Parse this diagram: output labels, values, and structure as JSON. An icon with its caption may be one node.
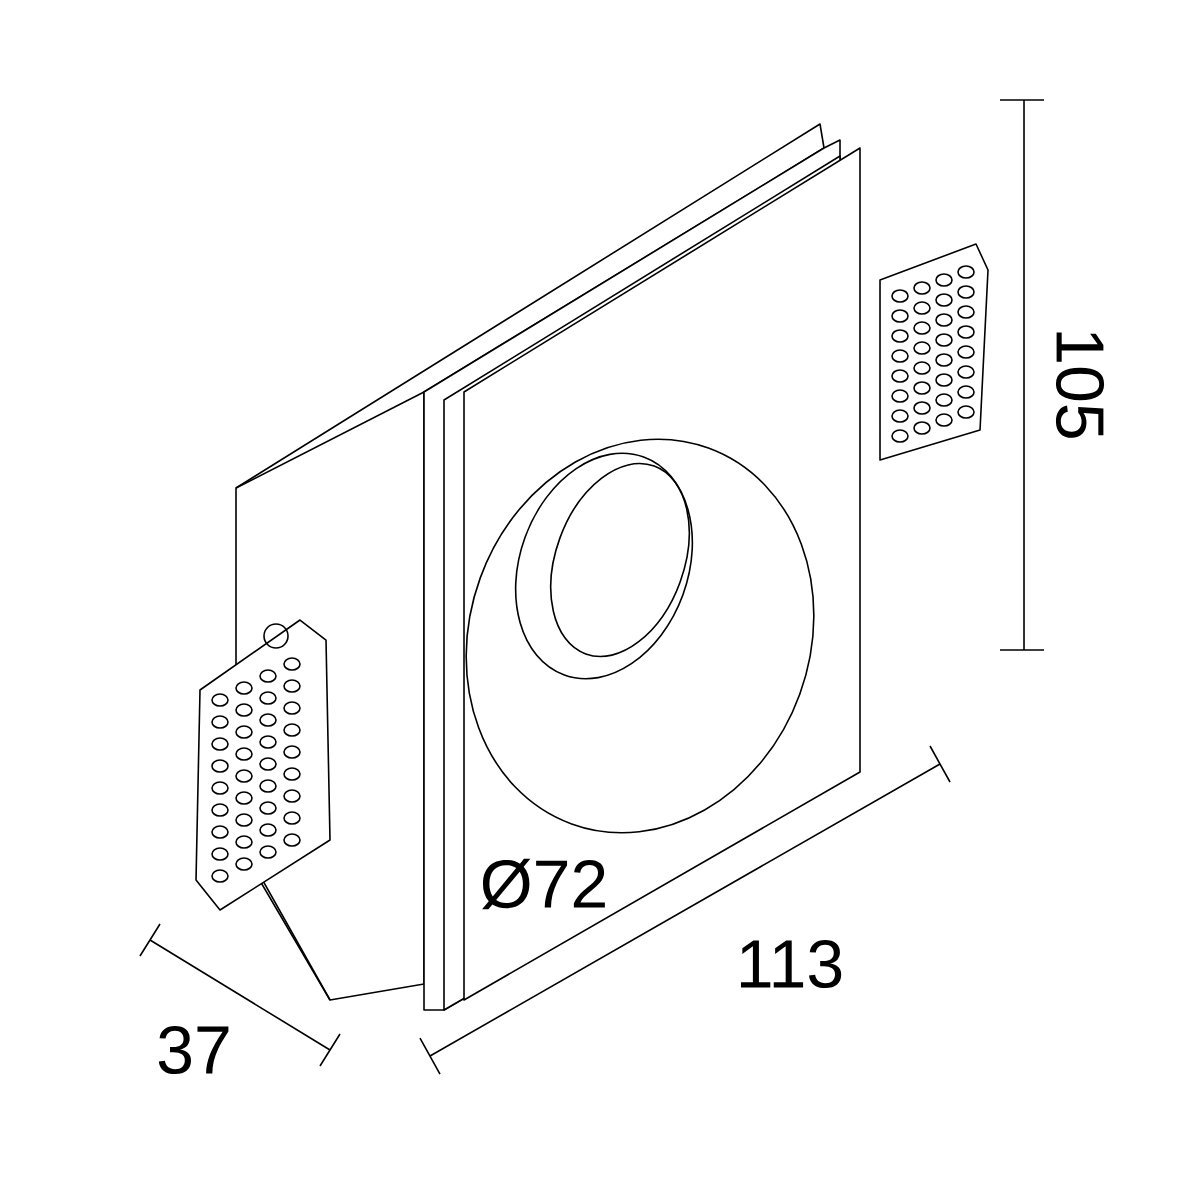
{
  "diagram": {
    "labels": [
      "105",
      "Ø72",
      "113",
      "37"
    ]
  }
}
